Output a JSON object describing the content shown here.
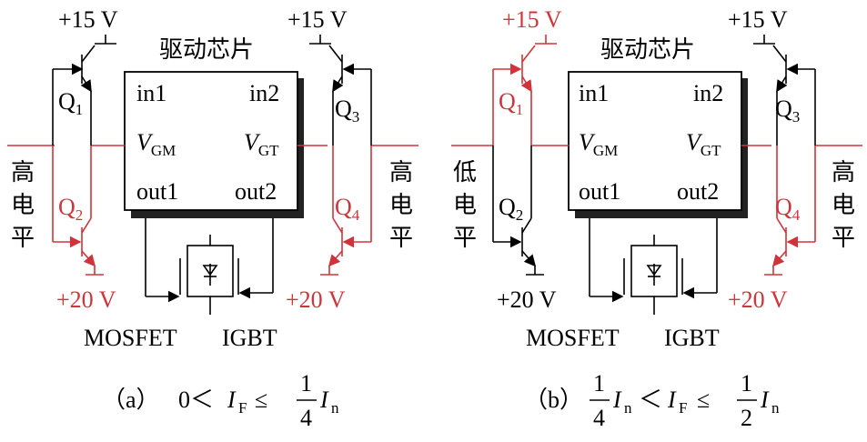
{
  "colors": {
    "active": "#d0343a",
    "inactive": "#000000"
  },
  "diagram_a": {
    "chip_title": "驱动芯片",
    "in1": "in1",
    "in2": "in2",
    "v_gm_main": "V",
    "v_gm_sub": "GM",
    "v_gt_main": "V",
    "v_gt_sub": "GT",
    "out1": "out1",
    "out2": "out2",
    "supply_top_left": "+15 V",
    "supply_top_right": "+15 V",
    "supply_bot_left": "+20 V",
    "supply_bot_right": "+20 V",
    "q1": "Q",
    "q1_sub": "1",
    "q2": "Q",
    "q2_sub": "2",
    "q3": "Q",
    "q3_sub": "3",
    "q4": "Q",
    "q4_sub": "4",
    "left_level": [
      "高",
      "电",
      "平"
    ],
    "right_level": [
      "高",
      "电",
      "平"
    ],
    "mosfet": "MOSFET",
    "igbt": "IGBT",
    "caption": {
      "label": "（a）",
      "lhs": "0＜",
      "i": "I",
      "f_sub": "F",
      "le": "≤",
      "frac_num": "1",
      "frac_den": "4",
      "i2": "I",
      "n_sub": "n"
    }
  },
  "diagram_b": {
    "chip_title": "驱动芯片",
    "in1": "in1",
    "in2": "in2",
    "v_gm_main": "V",
    "v_gm_sub": "GM",
    "v_gt_main": "V",
    "v_gt_sub": "GT",
    "out1": "out1",
    "out2": "out2",
    "supply_top_left": "+15 V",
    "supply_top_right": "+15 V",
    "supply_bot_left": "+20 V",
    "supply_bot_right": "+20 V",
    "q1": "Q",
    "q1_sub": "1",
    "q2": "Q",
    "q2_sub": "2",
    "q3": "Q",
    "q3_sub": "3",
    "q4": "Q",
    "q4_sub": "4",
    "left_level": [
      "低",
      "电",
      "平"
    ],
    "right_level": [
      "高",
      "电",
      "平"
    ],
    "mosfet": "MOSFET",
    "igbt": "IGBT",
    "caption": {
      "label": "（b）",
      "frac1_num": "1",
      "frac1_den": "4",
      "i1": "I",
      "n1_sub": "n",
      "lt": "＜",
      "i": "I",
      "f_sub": "F",
      "le": "≤",
      "frac2_num": "1",
      "frac2_den": "2",
      "i2": "I",
      "n2_sub": "n"
    }
  }
}
